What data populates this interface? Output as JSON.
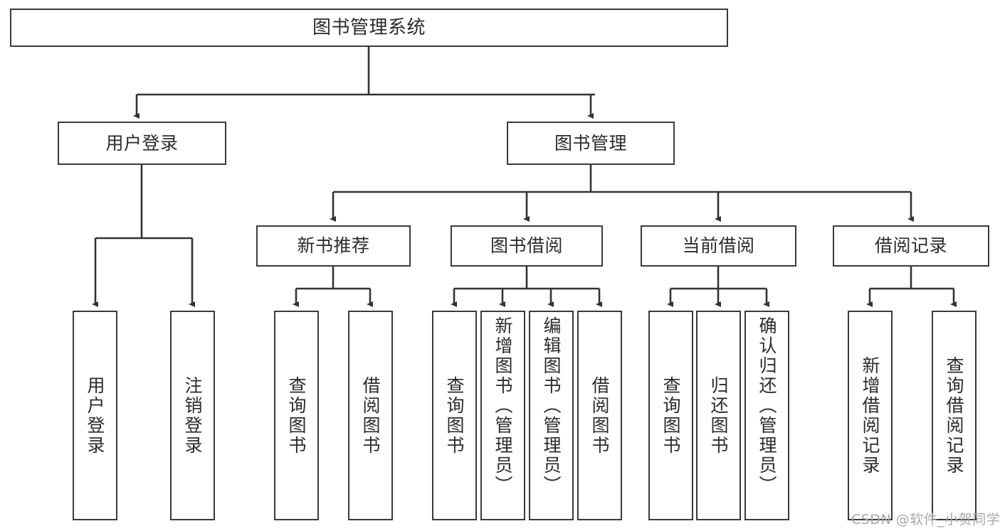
{
  "diagram": {
    "title": "图书管理系统",
    "type": "hierarchy-tree",
    "watermark": "CSDN @软件_小贺同学",
    "nodes": {
      "root": {
        "label": "图书管理系统",
        "level": 0
      },
      "login": {
        "label": "用户登录",
        "level": 1
      },
      "book_mgmt": {
        "label": "图书管理",
        "level": 1
      },
      "new_book_rec": {
        "label": "新书推荐",
        "level": 2
      },
      "book_borrow": {
        "label": "图书借阅",
        "level": 2
      },
      "current_borrow": {
        "label": "当前借阅",
        "level": 2
      },
      "borrow_record": {
        "label": "借阅记录",
        "level": 2
      },
      "leaf_user_login": {
        "label": "用户登录",
        "level": 3,
        "parent": "login"
      },
      "leaf_logout": {
        "label": "注销登录",
        "level": 3,
        "parent": "login"
      },
      "leaf_query_book_a": {
        "label": "查询图书",
        "level": 3,
        "parent": "new_book_rec"
      },
      "leaf_borrow_book_a": {
        "label": "借阅图书",
        "level": 3,
        "parent": "new_book_rec"
      },
      "leaf_query_book_b": {
        "label": "查询图书",
        "level": 3,
        "parent": "book_borrow"
      },
      "leaf_add_book": {
        "label": "新增图书（管理员）",
        "level": 3,
        "parent": "book_borrow"
      },
      "leaf_edit_book": {
        "label": "编辑图书（管理员）",
        "level": 3,
        "parent": "book_borrow"
      },
      "leaf_borrow_book_b": {
        "label": "借阅图书",
        "level": 3,
        "parent": "book_borrow"
      },
      "leaf_query_book_c": {
        "label": "查询图书",
        "level": 3,
        "parent": "current_borrow"
      },
      "leaf_return_book": {
        "label": "归还图书",
        "level": 3,
        "parent": "current_borrow"
      },
      "leaf_confirm_return": {
        "label": "确认归还（管理员）",
        "level": 3,
        "parent": "current_borrow"
      },
      "leaf_add_record": {
        "label": "新增借阅记录",
        "level": 3,
        "parent": "borrow_record"
      },
      "leaf_query_record": {
        "label": "查询借阅记录",
        "level": 3,
        "parent": "borrow_record"
      }
    },
    "colors": {
      "border": "#3a3a3a",
      "fill": "#ffffff",
      "text": "#2b2b2b",
      "edge": "#333333",
      "watermark": "#a8a8a8"
    }
  }
}
